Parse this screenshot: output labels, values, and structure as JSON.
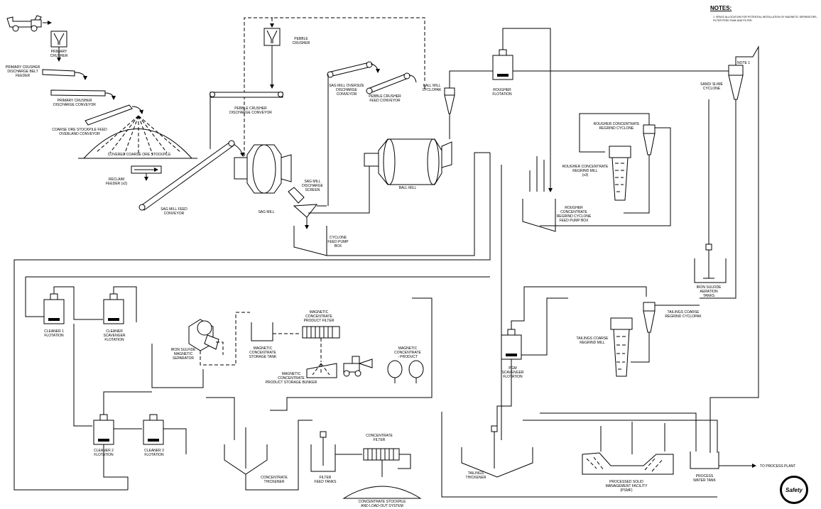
{
  "notes": {
    "title": "NOTES:",
    "items": [
      "1. SPACE ALLOCATION FOR POTENTIAL INSTALLATION OF MAGNETIC SEPARATORS, FILTER FEED TANK AND FILTER."
    ]
  },
  "labels": {
    "primary_crusher": "PRIMARY\nCRUSHER",
    "discharge_belt_feeder": "PRIMARY CRUSHER\nDISCHARGE BELT\nFEEDER",
    "discharge_conveyor": "PRIMARY CRUSHER\nDISCHARGE CONVEYOR",
    "overland_conveyor": "COARSE ORE STOCKPILE FEED\nOVERLAND CONVEYOR",
    "stockpile": "COVERED COARSE ORE STOCKPILE",
    "reclaim_feeder": "RECLAIM\nFEEDER (x2)",
    "sag_feed_conveyor": "SAG MILL FEED\nCONVEYOR",
    "pebble_crusher": "PEBBLE\nCRUSHER",
    "pebble_discharge_conveyor": "PEBBLE CRUSHER\nDISCHARGE CONVEYOR",
    "sag_mill": "SAG MILL",
    "sag_screen": "SAG MILL\nDISCHARGE\nSCREEN",
    "sag_oversize_conveyor": "SAG MILL OVERSIZE\nDISCHARGE\nCONVEYOR",
    "pebble_feed_conveyor": "PEBBLE CRUSHER\nFEED CONVEYOR",
    "ball_mill_cyclopak": "BALL MILL\nCYCLOPAK",
    "ball_mill": "BALL MILL",
    "cyclone_feed_box": "CYCLONE\nFEED PUMP\nBOX",
    "rougher_flotation": "ROUGHER\nFLOTATION",
    "note1": "NOTE 1",
    "sand_slime": "SAND/ SLIME\nCYCLONE",
    "rougher_regrind_cyclone": "ROUGHER CONCENTRATE\nREGRIND CYCLONE",
    "rougher_regrind_mill": "ROUGHER CONCENTRATE\nREGRIND MILL\n(x3)",
    "regrind_feed_box": "ROUGHER\nCONCENTRATE\nREGRIND CYCLONE\nFEED PUMP BOX",
    "iron_sulfide_aeration": "IRON SULFIDE\nAERATION\nTANKS",
    "cleaner1": "CLEANER 1\nFLOTATION",
    "cleaner_scavenger": "CLEANER\nSCAVENGER\nFLOTATION",
    "magnetic_separator": "IRON SULFIDE\nMAGNETIC\nSEPARATOR",
    "mag_storage_tank": "MAGNETIC\nCONCENTRATE\nSTORAGE TANK",
    "mag_product_filter": "MAGNETIC\nCONCENTRATE\nPRODUCT FILTER",
    "mag_product": "MAGNETIC\nCONCENTRATE\n- PRODUCT",
    "mag_bunker": "MAGNETIC\nCONCENTRATE\nPRODUCT STORAGE BUNKER",
    "pgm_scavenger": "PGM\nSCAVENGER\nFLOTATION",
    "tailings_cyclopak": "TAILINGS COARSE\nREGRIND CYCLOPAK",
    "tailings_regrind_mill": "TAILINGS COARSE\nREGRIND MILL",
    "cleaner2": "CLEANER 2\nFLOTATION",
    "cleaner3": "CLEANER 3\nFLOTATION",
    "concentrate_thickener": "CONCENTRATE\nTHICKENER",
    "filter_feed_tanks": "FILTER\nFEED TANKS",
    "concentrate_filter": "CONCENTRATE\nFILTER",
    "concentrate_stockpile": "CONCENTRATE STOCKPILE\nAND LOAD-OUT SYSTEM",
    "tailings_thickener": "TAILINGS\nTHICKENER",
    "psmf": "PROCESSED SOLID\nMANAGEMENT FACILITY\n(PSMF)",
    "process_water_tank": "PROCESS\nWATER TANK",
    "to_process_plant": "TO PROCESS PLANT"
  },
  "logo_text": "Safety"
}
